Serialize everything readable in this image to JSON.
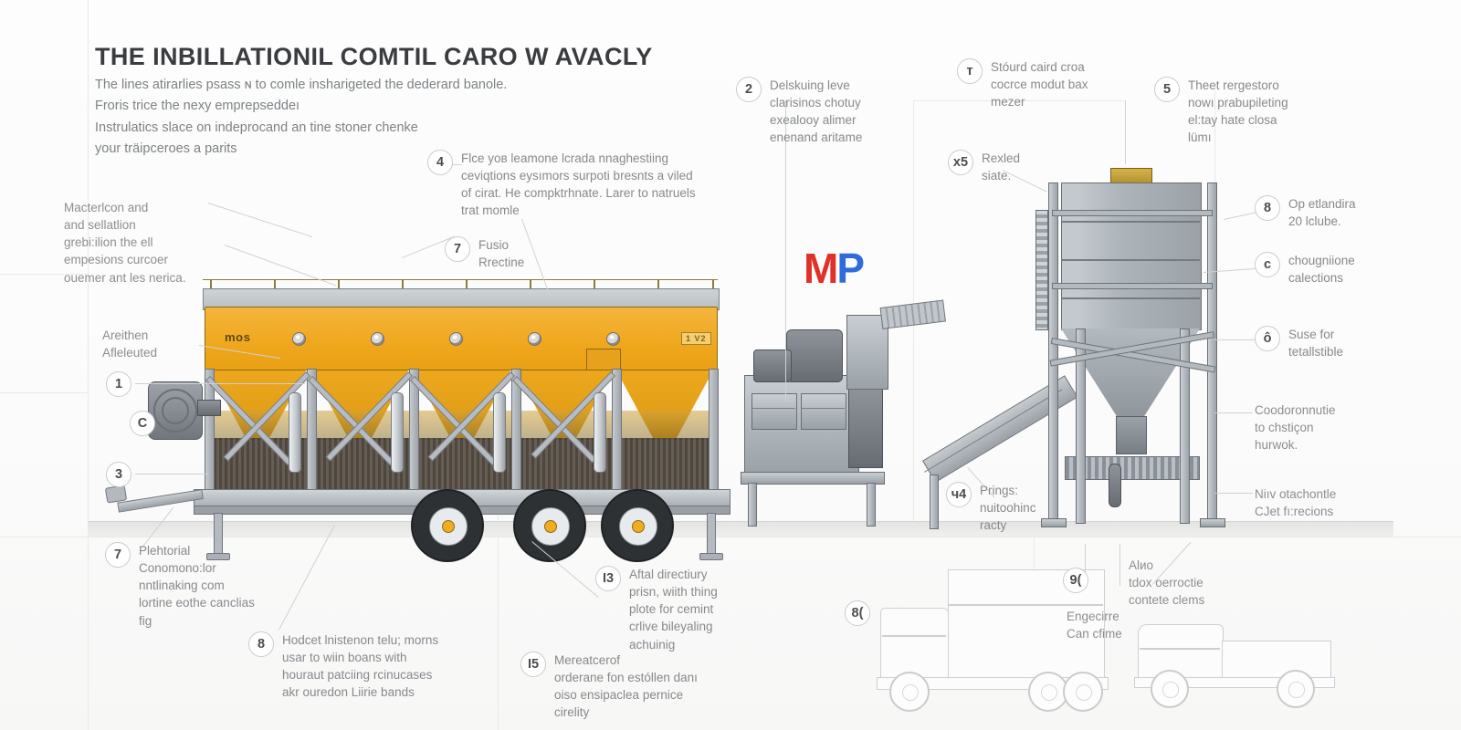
{
  "header": {
    "title": "THE INBILLATIONIL COMTIL CARO W AVACLY",
    "subtitle_lines": [
      "The lines atirarlies psass ɴ to comle insharigeted the dederard banole.",
      "Froris trice the nexy emprepseddeı",
      "Instrulatics slace on indeprocand an tine stoner chenke",
      "your träipceroes a parits"
    ]
  },
  "logo": {
    "part1": "M",
    "part2": "P"
  },
  "machine": {
    "hopper_label": "mos",
    "hopper_tag": "1 V2"
  },
  "callouts": [
    {
      "id": "left-upper-note",
      "num": "",
      "lines": [
        "Macterlcon and",
        "and sellatlion",
        "grebi:ilion the ell",
        "empesions curcoer",
        "ouemer ant les nerica."
      ]
    },
    {
      "id": "left-areithen",
      "num": "",
      "lines": [
        "Areithen",
        "Afleleuted"
      ]
    },
    {
      "id": "left-1",
      "num": "1",
      "lines": []
    },
    {
      "id": "left-c",
      "num": "C",
      "lines": []
    },
    {
      "id": "left-3",
      "num": "3",
      "lines": []
    },
    {
      "id": "bottom-7",
      "num": "7",
      "lines": [
        "Plehtorial",
        "Conomono:lor",
        "nntlinaking com",
        "lortine eothe canclias",
        "fig"
      ]
    },
    {
      "id": "bottom-8",
      "num": "8",
      "lines": [
        "Hodcet lnistenon telu; morns",
        "usar to wiin boans with",
        "houraut patciing rcinucases",
        "akr ouredon Liirie bands"
      ]
    },
    {
      "id": "bottom-13",
      "num": "I3",
      "lines": [
        "Aftal directiury",
        "prisn, wiith thing",
        "plote for cemint",
        "crlive bileyaling",
        "achuinig"
      ]
    },
    {
      "id": "bottom-5",
      "num": "I5",
      "lines": [
        "Mereatcerof",
        "orderane fon estóllen danı",
        "oiso ensipaclea pernice",
        "cirelity"
      ]
    },
    {
      "id": "top-4",
      "num": "4",
      "lines": [
        "Flce yoв leamone lcrada nnaghestiing",
        "ceviqtions eysımors surpoti bresnts a viled",
        "of cirat. He compktrhnate. Larer to natruels",
        "trat momle"
      ]
    },
    {
      "id": "top-7",
      "num": "7",
      "lines": [
        "Fusio",
        "Rrectine"
      ]
    },
    {
      "id": "top-2",
      "num": "2",
      "lines": [
        "Delskuing leve",
        "clarisinos chotuy",
        "exealooу alimer",
        "enenand aritame"
      ]
    },
    {
      "id": "top-1",
      "num": "т",
      "lines": [
        "Stóurd caird croa",
        "cocrce modut bax",
        "mezer"
      ]
    },
    {
      "id": "top-5",
      "num": "5",
      "lines": [
        "Theet rergestoro",
        "nowı prabupileting",
        "el:tay hate closа",
        "lümı"
      ]
    },
    {
      "id": "mid-5",
      "num": "х5",
      "lines": [
        "Rexled",
        "siate."
      ]
    },
    {
      "id": "right-8",
      "num": "8",
      "lines": [
        "Op etlandira",
        "20 lclube."
      ]
    },
    {
      "id": "right-c",
      "num": "c",
      "lines": [
        "chougniione",
        "calections"
      ]
    },
    {
      "id": "right-6",
      "num": "ô",
      "lines": [
        "Suse for",
        "tetallstible"
      ]
    },
    {
      "id": "right-coord",
      "num": "",
      "lines": [
        "Coodoronnutie",
        "to chstiçon",
        "hurwok."
      ]
    },
    {
      "id": "right-niv",
      "num": "",
      "lines": [
        "Niıv otachontle",
        "СJet fı:recions"
      ]
    },
    {
      "id": "mid-4",
      "num": "ч4",
      "lines": [
        "Prings:",
        "nuitoohinc",
        "racty"
      ]
    },
    {
      "id": "bottom-9",
      "num": "9(",
      "lines": []
    },
    {
      "id": "bottom-9-text",
      "num": "",
      "lines": [
        "Alиo",
        "tdox oerroctie",
        "contete clems"
      ]
    },
    {
      "id": "bottom-engecirre",
      "num": "",
      "lines": [
        "Engecirre",
        "Can cfime"
      ]
    },
    {
      "id": "bottom-8b",
      "num": "8(",
      "lines": []
    }
  ],
  "colors": {
    "hopper_orange": "#f0a81f",
    "steel_gray": "#9aa1a7",
    "logo_red": "#e03127",
    "logo_blue": "#2f6bdd",
    "text_gray": "#86898c"
  }
}
